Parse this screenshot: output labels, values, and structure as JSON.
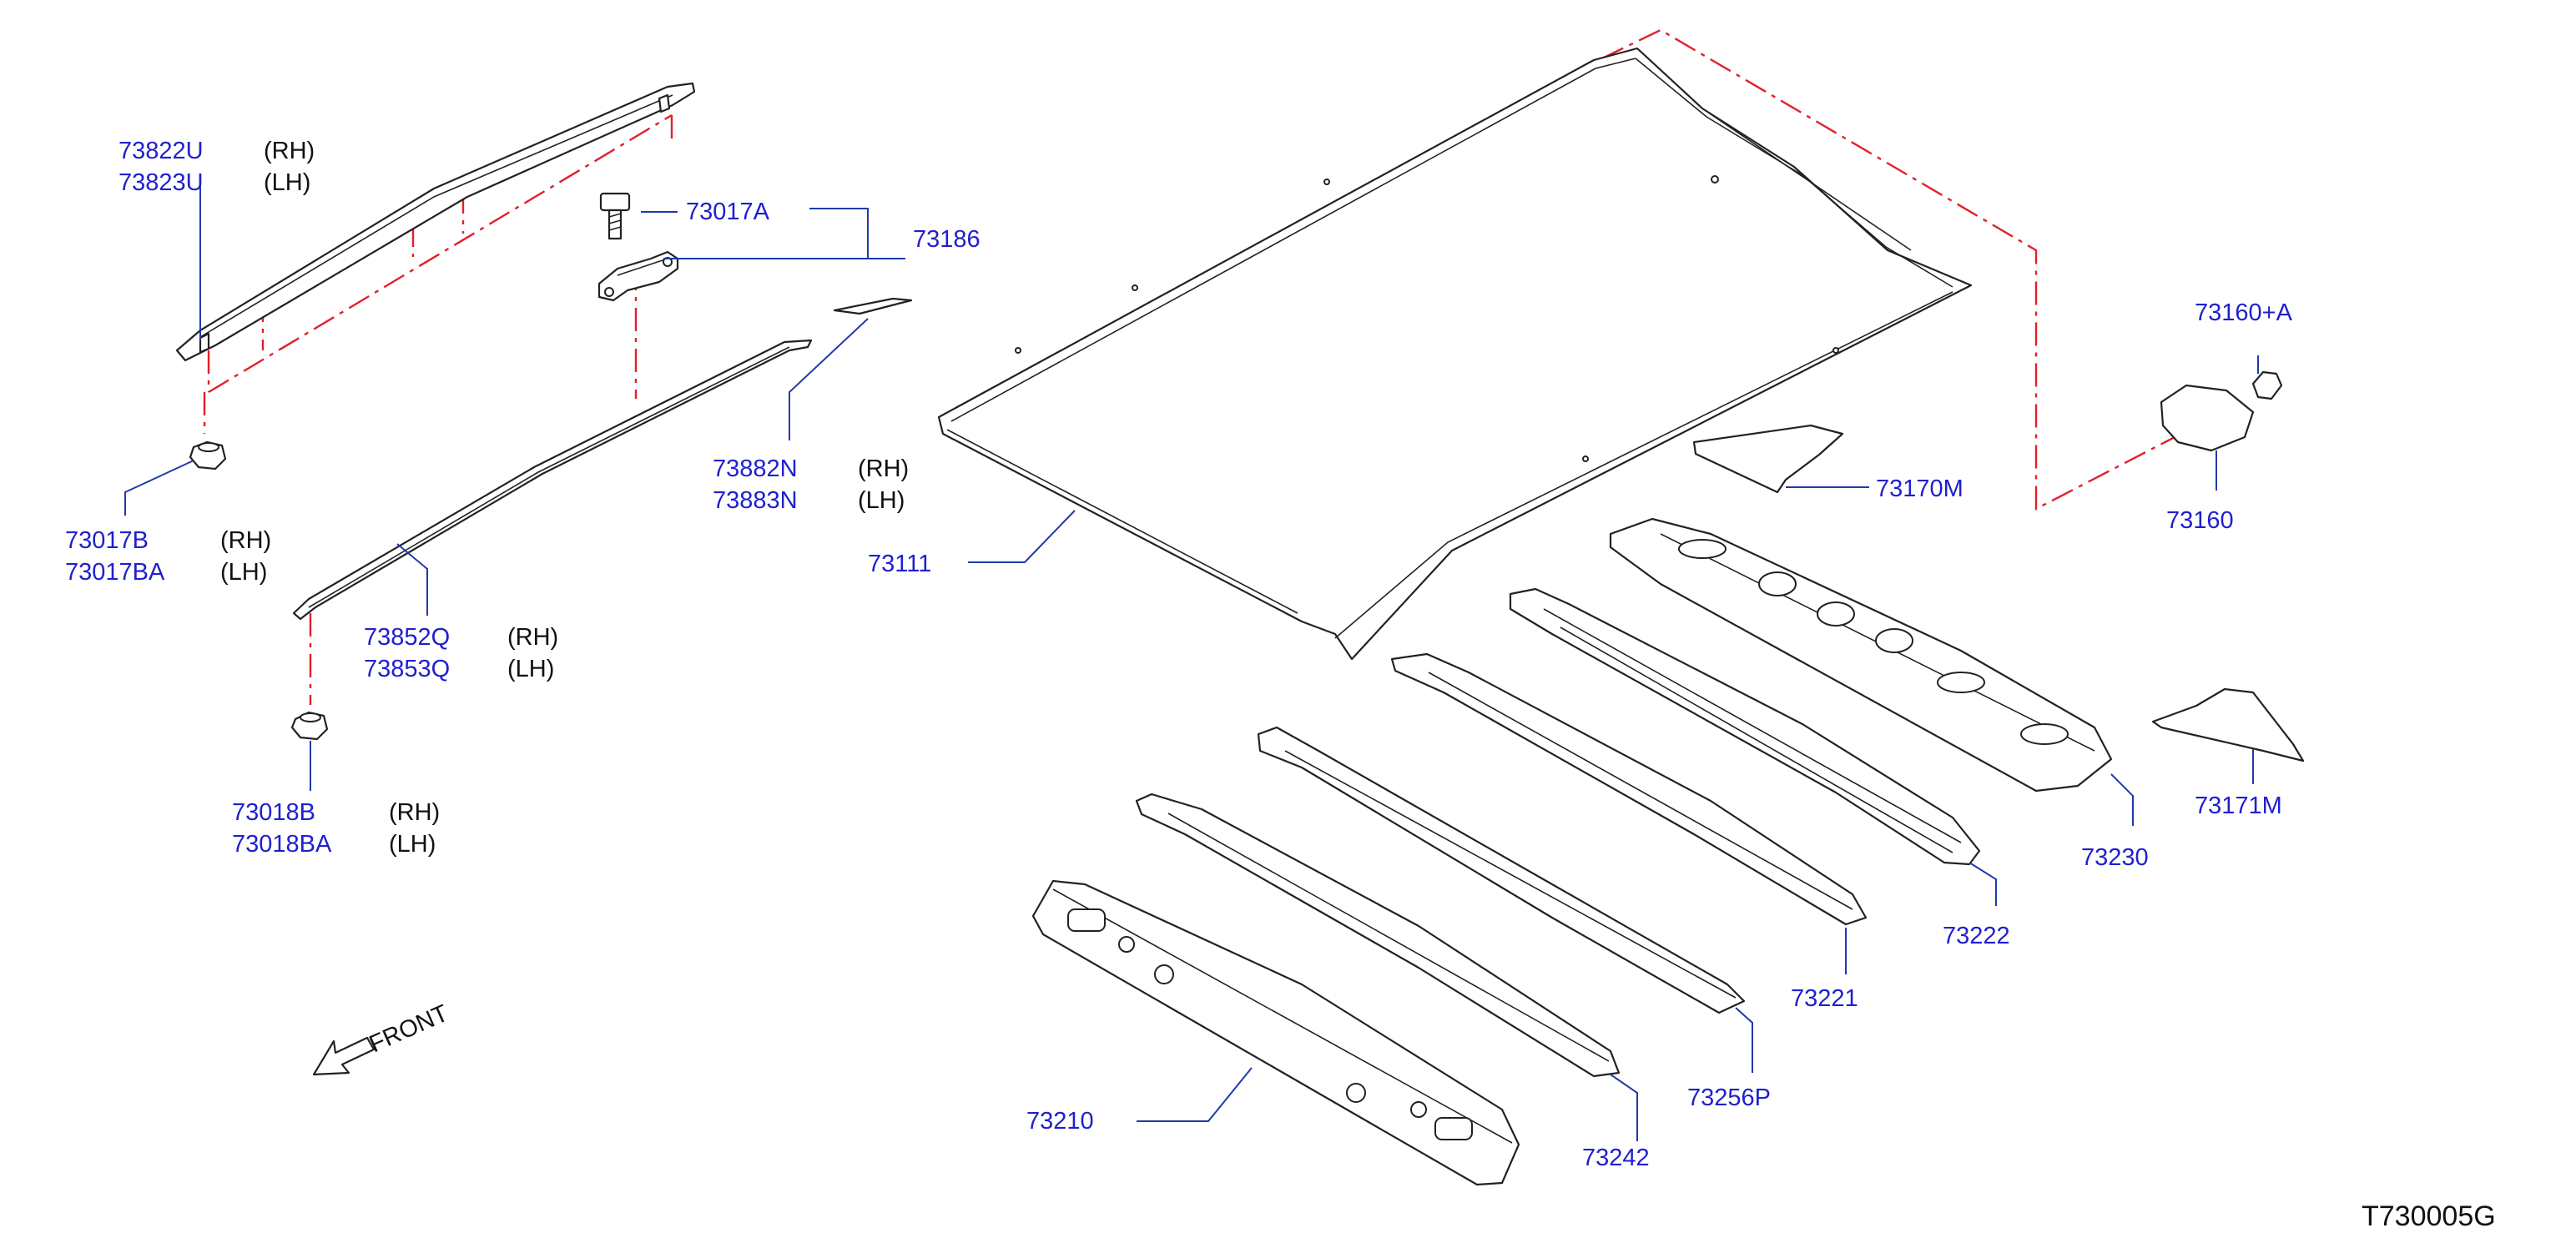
{
  "diagram_code": "T730005G",
  "front_label": "FRONT",
  "parts": {
    "p73822U": "73822U",
    "p73822U_side": "(RH)",
    "p73823U": "73823U",
    "p73823U_side": "(LH)",
    "p73017A": "73017A",
    "p73186": "73186",
    "p73882N": "73882N",
    "p73882N_side": "(RH)",
    "p73883N": "73883N",
    "p73883N_side": "(LH)",
    "p73017B": "73017B",
    "p73017B_side": "(RH)",
    "p73017BA": "73017BA",
    "p73017BA_side": "(LH)",
    "p73852Q": "73852Q",
    "p73852Q_side": "(RH)",
    "p73853Q": "73853Q",
    "p73853Q_side": "(LH)",
    "p73018B": "73018B",
    "p73018B_side": "(RH)",
    "p73018BA": "73018BA",
    "p73018BA_side": "(LH)",
    "p73111": "73111",
    "p73160A": "73160+A",
    "p73160": "73160",
    "p73170M": "73170M",
    "p73171M": "73171M",
    "p73230": "73230",
    "p73222": "73222",
    "p73221": "73221",
    "p73256P": "73256P",
    "p73242": "73242",
    "p73210": "73210"
  },
  "colors": {
    "part_number": "#1f1fcf",
    "phantom_line": "#e0202a",
    "leader": "#1f3aa8"
  }
}
